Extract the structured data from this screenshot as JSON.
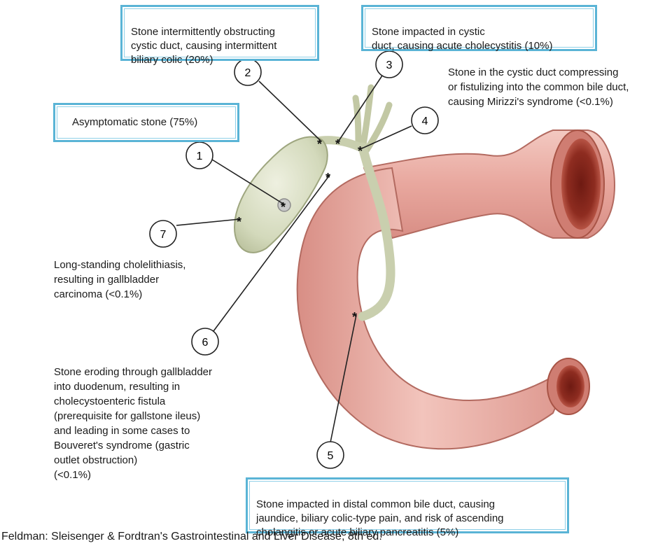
{
  "callouts": {
    "c1": {
      "number": "1",
      "text": "Asymptomatic stone (75%)"
    },
    "c2": {
      "number": "2",
      "text": "Stone intermittently obstructing\ncystic duct, causing intermittent\nbiliary colic (20%)"
    },
    "c3": {
      "number": "3",
      "text": "Stone impacted in cystic\nduct, causing acute cholecystitis (10%)"
    },
    "c4": {
      "number": "4",
      "text": "Stone in the cystic duct compressing\nor fistulizing into the common bile duct,\ncausing Mirizzi's syndrome (<0.1%)"
    },
    "c5": {
      "number": "5",
      "text": "Stone impacted in distal common bile duct, causing\njaundice, biliary colic-type pain, and risk of ascending\ncholangitis or acute biliary pancreatitis (5%)"
    },
    "c6": {
      "number": "6",
      "text": "Stone eroding through gallbladder\ninto duodenum, resulting in\ncholecystoenteric fistula\n(prerequisite for gallstone ileus)\nand leading in some cases to\nBouveret's syndrome (gastric\noutlet obstruction)\n(<0.1%)"
    },
    "c7": {
      "number": "7",
      "text": "Long-standing cholelithiasis,\nresulting in gallbladder\ncarcinoma (<0.1%)"
    }
  },
  "stone_marker": "*",
  "caption": "Feldman: Sleisenger & Fordtran's Gastrointestinal and Liver Disease, 8th ed.",
  "colors": {
    "box_border": "#5ab4d6",
    "duodenum": "#e9a9a1",
    "duodenum_dark": "#b04a3c",
    "gallbladder": "#d6dcc0",
    "duct": "#c9cfae"
  }
}
